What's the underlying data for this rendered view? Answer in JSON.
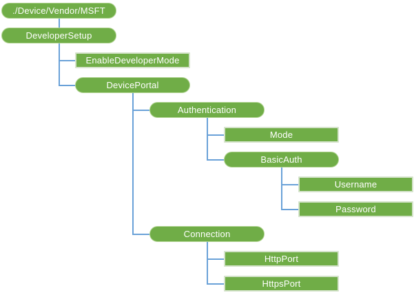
{
  "diagram": {
    "type": "tree",
    "description": "Configuration service provider hierarchy diagram",
    "colors": {
      "node_fill": "#70AD47",
      "node_text": "#FFFFFF",
      "rect_border": "#D5E3CB",
      "connector": "#69A1D8",
      "background": "#FFFFFF"
    },
    "nodes": [
      {
        "label": "./Device/Vendor/MSFT",
        "shape": "rounded",
        "parent": null
      },
      {
        "label": "DeveloperSetup",
        "shape": "rounded",
        "parent": "./Device/Vendor/MSFT"
      },
      {
        "label": "EnableDeveloperMode",
        "shape": "rectangle",
        "parent": "DeveloperSetup"
      },
      {
        "label": "DevicePortal",
        "shape": "rounded",
        "parent": "DeveloperSetup"
      },
      {
        "label": "Authentication",
        "shape": "rounded",
        "parent": "DevicePortal"
      },
      {
        "label": "Mode",
        "shape": "rectangle",
        "parent": "Authentication"
      },
      {
        "label": "BasicAuth",
        "shape": "rounded",
        "parent": "Authentication"
      },
      {
        "label": "Username",
        "shape": "rectangle",
        "parent": "BasicAuth"
      },
      {
        "label": "Password",
        "shape": "rectangle",
        "parent": "BasicAuth"
      },
      {
        "label": "Connection",
        "shape": "rounded",
        "parent": "DevicePortal"
      },
      {
        "label": "HttpPort",
        "shape": "rectangle",
        "parent": "Connection"
      },
      {
        "label": "HttpsPort",
        "shape": "rectangle",
        "parent": "Connection"
      }
    ]
  }
}
